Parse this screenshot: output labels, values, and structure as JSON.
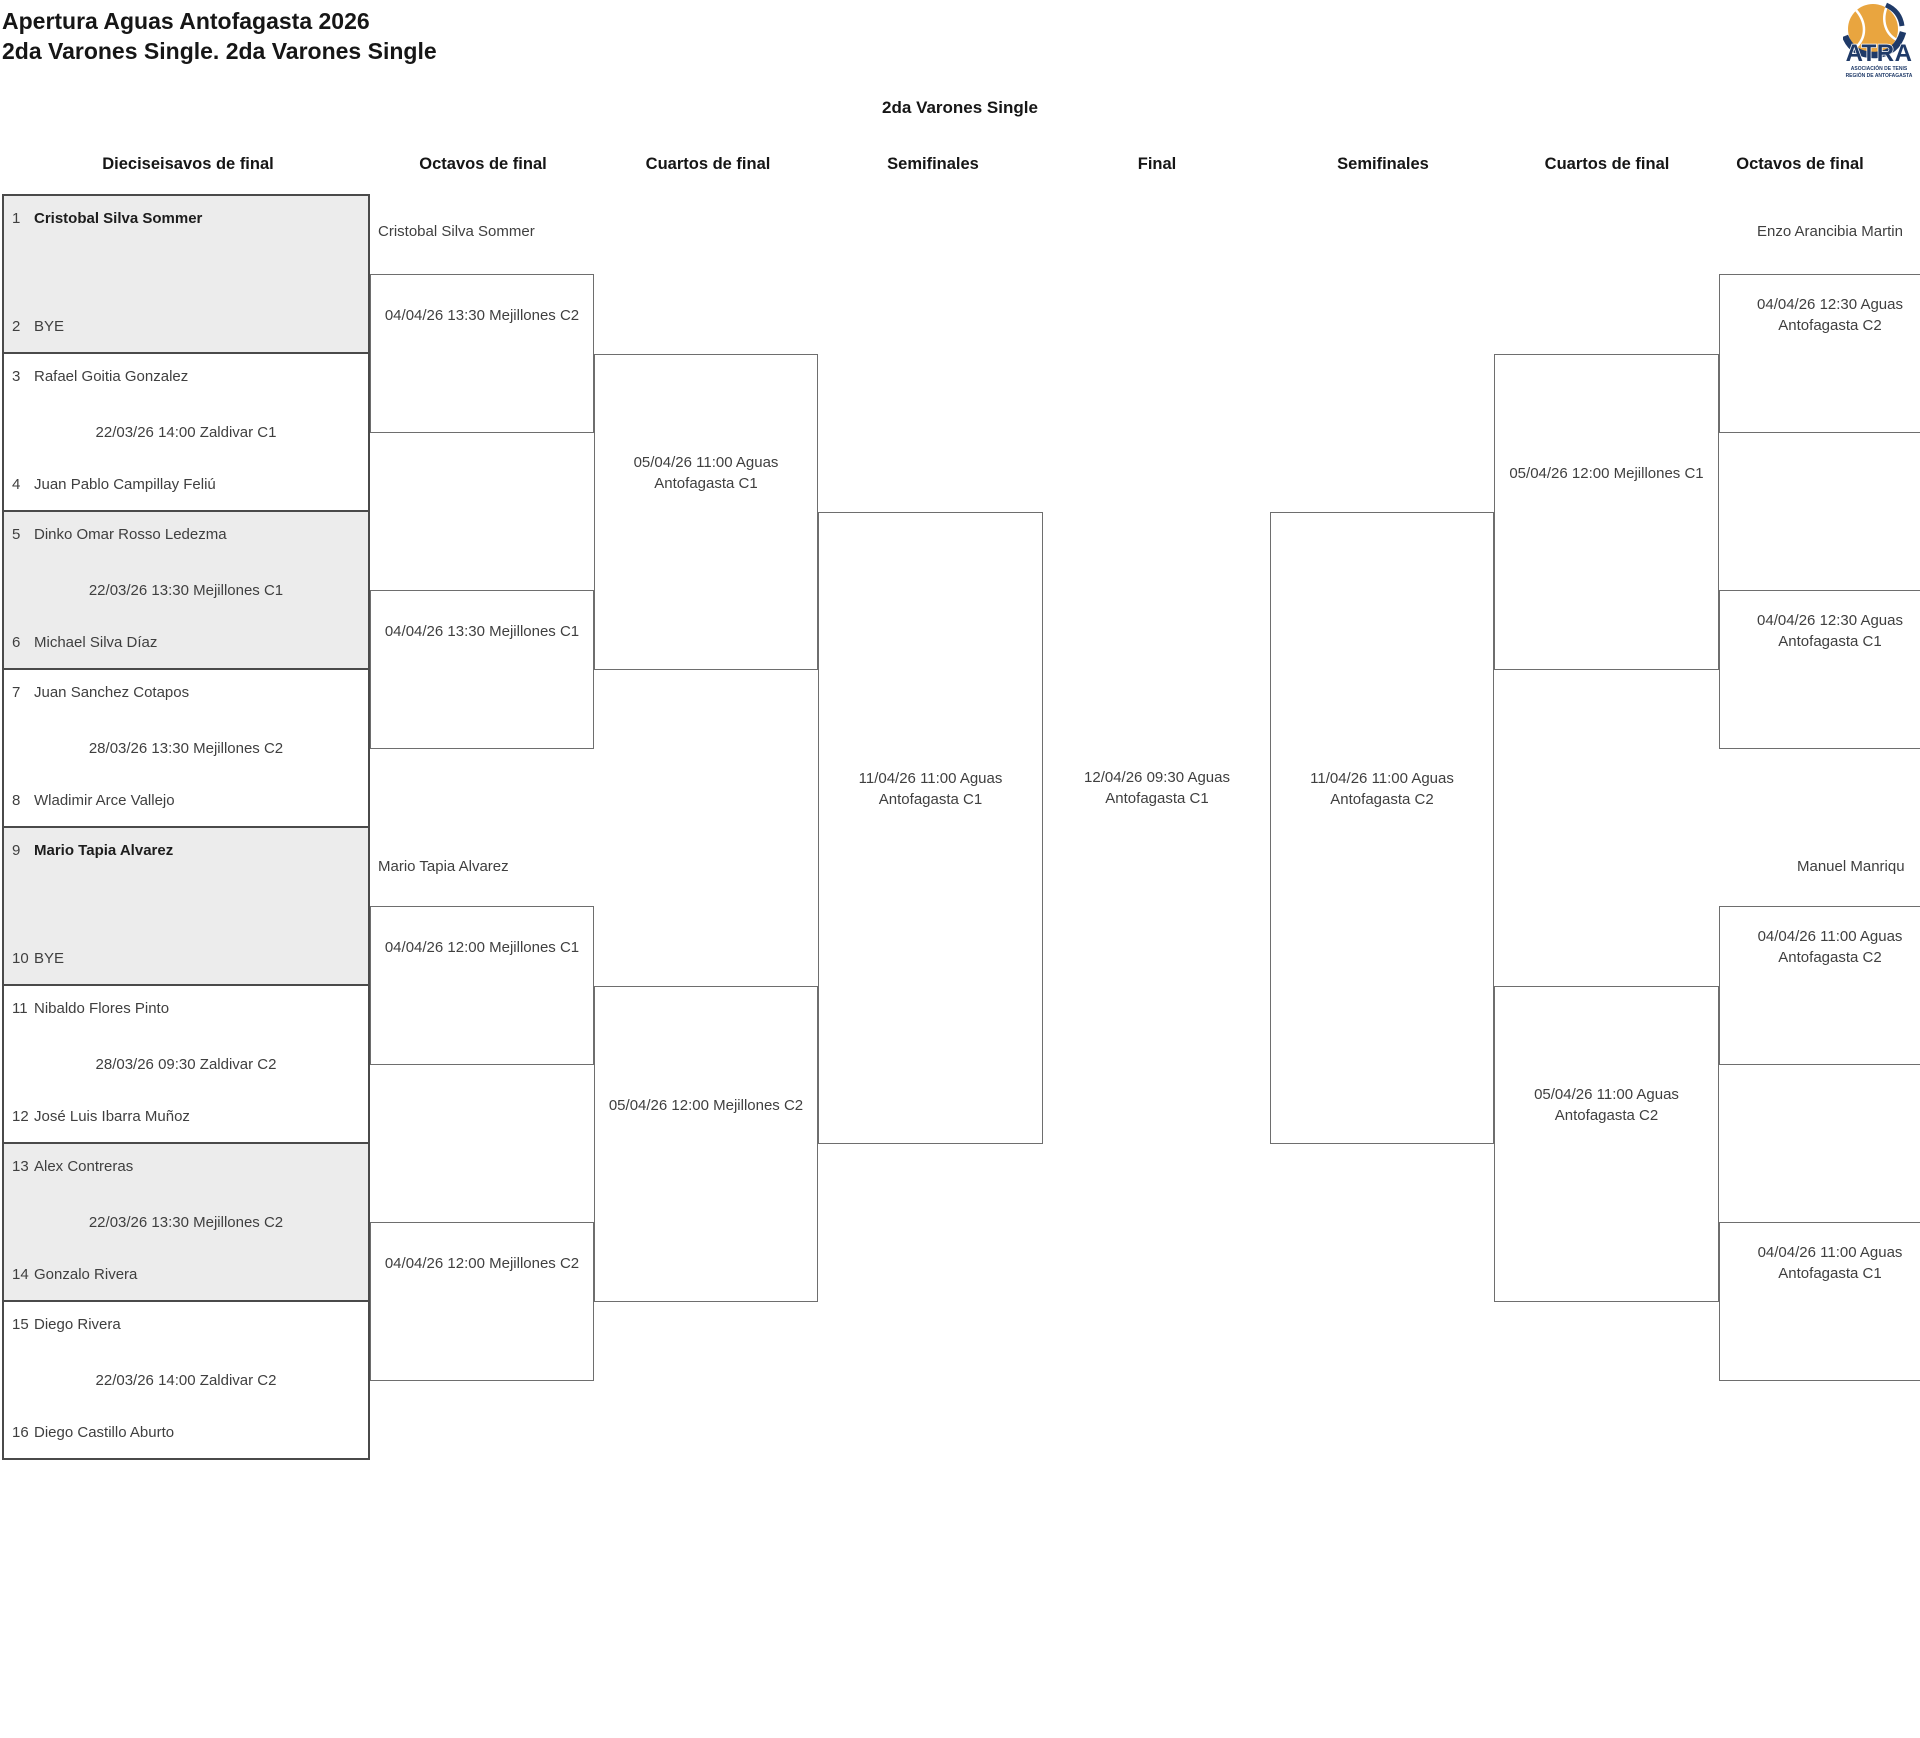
{
  "page": {
    "title_line1": "Apertura Aguas Antofagasta 2026",
    "title_line2": "2da Varones Single. 2da Varones Single",
    "bracket_title": "2da Varones Single"
  },
  "rounds": {
    "headers": [
      "Dieciseisavos de final",
      "Octavos de final",
      "Cuartos de final",
      "Semifinales",
      "Final",
      "Semifinales",
      "Cuartos de final",
      "Octavos de final"
    ]
  },
  "r32_left": {
    "matches": [
      {
        "seed_top": "1",
        "player_top": "Cristobal Silva Sommer",
        "winner_top": true,
        "schedule": "",
        "seed_bottom": "2",
        "player_bottom": "BYE"
      },
      {
        "seed_top": "3",
        "player_top": "Rafael Goitia Gonzalez",
        "schedule": "22/03/26 14:00 Zaldivar C1",
        "seed_bottom": "4",
        "player_bottom": "Juan Pablo Campillay Feliú"
      },
      {
        "seed_top": "5",
        "player_top": "Dinko Omar Rosso Ledezma",
        "schedule": "22/03/26 13:30 Mejillones C1",
        "seed_bottom": "6",
        "player_bottom": "Michael Silva Díaz"
      },
      {
        "seed_top": "7",
        "player_top": "Juan Sanchez Cotapos",
        "schedule": "28/03/26 13:30 Mejillones C2",
        "seed_bottom": "8",
        "player_bottom": "Wladimir Arce Vallejo"
      },
      {
        "seed_top": "9",
        "player_top": "Mario Tapia Alvarez",
        "winner_top": true,
        "schedule": "",
        "seed_bottom": "10",
        "player_bottom": "BYE"
      },
      {
        "seed_top": "11",
        "player_top": "Nibaldo Flores Pinto",
        "schedule": "28/03/26 09:30 Zaldivar C2",
        "seed_bottom": "12",
        "player_bottom": "José Luis Ibarra Muñoz"
      },
      {
        "seed_top": "13",
        "player_top": "Alex Contreras",
        "schedule": "22/03/26 13:30 Mejillones C2",
        "seed_bottom": "14",
        "player_bottom": "Gonzalo Rivera"
      },
      {
        "seed_top": "15",
        "player_top": "Diego Rivera",
        "schedule": "22/03/26 14:00 Zaldivar C2",
        "seed_bottom": "16",
        "player_bottom": "Diego Castillo Aburto"
      }
    ]
  },
  "octavos_left": {
    "advance_top": "Cristobal Silva Sommer",
    "advance_bottom": "Mario Tapia Alvarez",
    "matches": [
      "04/04/26 13:30 Mejillones C2",
      "04/04/26 13:30 Mejillones C1",
      "04/04/26 12:00 Mejillones C1",
      "04/04/26 12:00 Mejillones C2"
    ]
  },
  "cuartos_left": {
    "matches": [
      "05/04/26 11:00 Aguas Antofagasta C1",
      "05/04/26 12:00 Mejillones C2"
    ]
  },
  "semifinal_left": {
    "schedule": "11/04/26 11:00 Aguas Antofagasta C1"
  },
  "final": {
    "schedule": "12/04/26 09:30 Aguas Antofagasta C1"
  },
  "semifinal_right": {
    "schedule": "11/04/26 11:00 Aguas Antofagasta C2"
  },
  "cuartos_right": {
    "matches": [
      "05/04/26 12:00 Mejillones C1",
      "05/04/26 11:00 Aguas Antofagasta C2"
    ]
  },
  "octavos_right": {
    "advance_top": "Enzo Arancibia Martin",
    "advance_bottom": "Manuel Manriqu",
    "matches": [
      "04/04/26 12:30 Aguas Antofagasta C2",
      "04/04/26 12:30 Aguas Antofagasta C1",
      "04/04/26 11:00 Aguas Antofagasta C2",
      "04/04/26 11:00 Aguas Antofagasta C1"
    ]
  },
  "logo": {
    "name": "ATRA",
    "sub1": "ASOCIACIÓN DE TENIS",
    "sub2": "REGIÓN DE ANTOFAGASTA",
    "ball_color": "#E9A53F",
    "navy": "#1F3A68"
  }
}
